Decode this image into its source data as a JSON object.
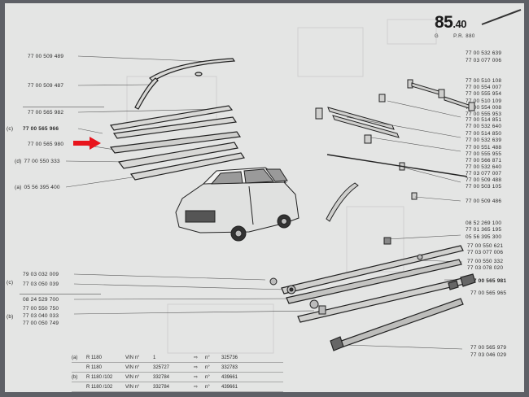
{
  "header": {
    "page_number": "85",
    "page_decimal": ".40",
    "sub_left": "G",
    "sub_right": "P.R. 880"
  },
  "left_parts": [
    {
      "id": "l1",
      "prefix": "",
      "numbers": [
        "77 00 509 489"
      ]
    },
    {
      "id": "l2",
      "prefix": "",
      "numbers": [
        "77 00 509 487"
      ]
    },
    {
      "id": "l3",
      "prefix": "",
      "numbers": [
        "77 00 565 982"
      ]
    },
    {
      "id": "l4",
      "prefix": "(c)",
      "numbers": [
        "77 00 565 966",
        "77 00 565 980"
      ]
    },
    {
      "id": "l5",
      "prefix": "(d)",
      "numbers": [
        "77 00 550 333"
      ]
    },
    {
      "id": "l6",
      "prefix": "(a)",
      "numbers": [
        "05 56 395 400"
      ]
    },
    {
      "id": "l7",
      "prefix": "(c)",
      "numbers": [
        "79 03 032 009",
        "77 03 050 039"
      ]
    },
    {
      "id": "l8",
      "prefix": "",
      "numbers": [
        "08 24 529 700"
      ]
    },
    {
      "id": "l9",
      "prefix": "(b)",
      "numbers": [
        "77 00 550 750",
        "77 03 040 033",
        "77 00 050 749"
      ]
    }
  ],
  "right_parts": [
    {
      "id": "r1",
      "numbers": [
        "77 00 532 639",
        "77 03 077 006"
      ]
    },
    {
      "id": "r2",
      "numbers": [
        "77 00 510 108",
        "77 00 554 007",
        "77 00 555 954"
      ]
    },
    {
      "id": "r3",
      "numbers": [
        "77 00 510 109",
        "77 00 554 008",
        "77 00 555 953"
      ]
    },
    {
      "id": "r4",
      "numbers": [
        "77 00 514 851",
        "77 00 532 640"
      ]
    },
    {
      "id": "r5",
      "numbers": [
        "77 00 514 850",
        "77 00 532 639"
      ]
    },
    {
      "id": "r6",
      "numbers": [
        "77 00 551 488",
        "77 00 555 955",
        "77 00 566 871"
      ]
    },
    {
      "id": "r7",
      "numbers": [
        "77 00 532 640",
        "77 03 077 007"
      ]
    },
    {
      "id": "r8",
      "numbers": [
        "77 00 509 488",
        "77 00 503 105"
      ]
    },
    {
      "id": "r9",
      "numbers": [
        "77 00 509 486"
      ]
    },
    {
      "id": "r10",
      "numbers": [
        "08 52 269 100",
        "77 01 365 195"
      ]
    },
    {
      "id": "r11",
      "numbers": [
        "05 56 395 300"
      ]
    },
    {
      "id": "r12",
      "numbers": [
        "77 00 550 621",
        "77 03 077 006"
      ]
    },
    {
      "id": "r13",
      "numbers": [
        "77 00 550 332"
      ]
    },
    {
      "id": "r14",
      "numbers": [
        "77 03 078 020"
      ]
    },
    {
      "id": "r15",
      "numbers": [
        "77 00 565 981",
        "77 00 565 965"
      ]
    },
    {
      "id": "r16",
      "numbers": [
        "77 00 565 979",
        "77 03 046 029"
      ]
    }
  ],
  "vin_table": [
    {
      "code": "(a)",
      "model": "R 1180",
      "vin_label": "VIN n°",
      "from": "1",
      "arrow": "⇨",
      "vin_label2": "n°",
      "to": "325736"
    },
    {
      "code": "",
      "model": "R 1180",
      "vin_label": "VIN n°",
      "from": "325727",
      "arrow": "⇨",
      "vin_label2": "n°",
      "to": "332783"
    },
    {
      "code": "(b)",
      "model": "R 1180 /102",
      "vin_label": "VIN n°",
      "from": "332784",
      "arrow": "⇨",
      "vin_label2": "n°",
      "to": "439661"
    },
    {
      "code": "",
      "model": "R 1180 /102",
      "vin_label": "VIN n°",
      "from": "332784",
      "arrow": "⇨",
      "vin_label2": "n°",
      "to": "439661"
    }
  ],
  "colors": {
    "sheet": "#e4e5e4",
    "background": "#5e6066",
    "ink": "#2b2b2b",
    "arrow": "#e8141c"
  }
}
